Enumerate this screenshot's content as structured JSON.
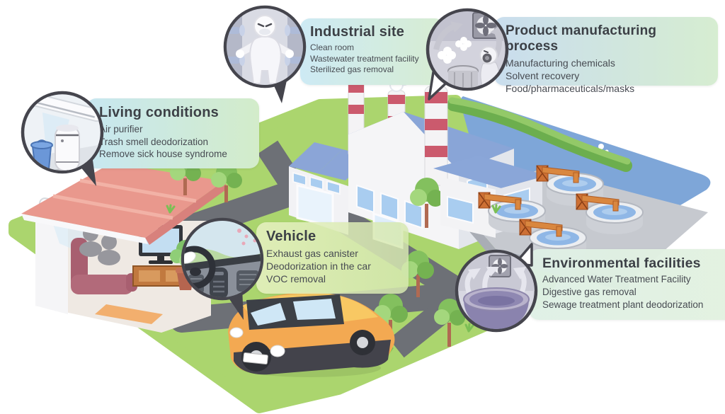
{
  "callouts": [
    {
      "id": "industrial-site",
      "title": "Industrial site",
      "items": [
        "Clean room",
        "Wastewater treatment facility",
        "Sterilized gas removal"
      ],
      "icon": "cleanroom-person-icon"
    },
    {
      "id": "product-manufacturing-process",
      "title": "Product manufacturing process",
      "items": [
        "Manufacturing chemicals",
        "Solvent recovery",
        "Food/pharmaceuticals/masks"
      ],
      "icon": "gas-mask-worker-fan-icon"
    },
    {
      "id": "living-conditions",
      "title": "Living conditions",
      "items": [
        "Air purifier",
        "Trash smell deodorization",
        "Remove sick house syndrome"
      ],
      "icon": "air-purifier-trash-bin-icon"
    },
    {
      "id": "vehicle",
      "title": "Vehicle",
      "items": [
        "Exhaust gas canister",
        "Deodorization in the car",
        "VOC removal"
      ],
      "icon": "car-dashboard-icon"
    },
    {
      "id": "environmental-facilities",
      "title": "Environmental facilities",
      "items": [
        "Advanced Water Treatment Facility",
        "Digestive gas removal",
        "Sewage treatment plant deodorization"
      ],
      "icon": "sewage-basin-fan-icon"
    }
  ],
  "scene": {
    "objects": [
      "house-with-living-room",
      "factory-with-striped-chimneys",
      "annex-building",
      "water-treatment-tanks",
      "pond",
      "orange-car",
      "trees",
      "ring-road",
      "lawn",
      "hedge"
    ]
  },
  "colors": {
    "lawn": "#abd56e",
    "road": "#6d7076",
    "water": "#7ea6d8",
    "house_roof_pink": "#e9988d",
    "factory_roof_blue": "#8aa6d8",
    "chimney_red": "#cb5a6d",
    "car_orange": "#f3a952",
    "tank_pipe_orange": "#d9873f",
    "bubble_border": "#45454d",
    "title_text": "#3c4046",
    "item_text": "#474b52"
  }
}
